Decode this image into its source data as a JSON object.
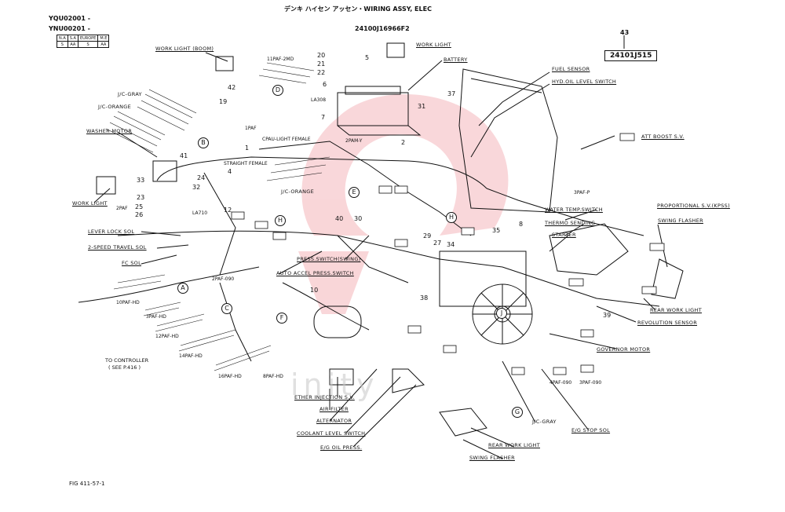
{
  "header": {
    "serial_1": "YQU02001 -",
    "serial_2": "YNU00201 -",
    "title": "デンキ ハイセン アッセン・WIRING ASSY, ELEC",
    "part_no": "24100J16966F2",
    "ref_number": "43",
    "ref_part": "24101J515",
    "table_headers": [
      "N.A",
      "S.A",
      "EUROPE",
      "M.E"
    ],
    "table_values": [
      "S",
      "AA",
      "S",
      "AA"
    ]
  },
  "footer": {
    "fig": "FIG 411-57-1",
    "to_controller": "TO CONTROLLER",
    "see_page": "( SEE P.416 )"
  },
  "watermark": "inity",
  "letters": [
    "A",
    "B",
    "C",
    "D",
    "E",
    "F",
    "G",
    "H",
    "H",
    "J"
  ],
  "callouts": {
    "work_light_boom": "WORK LIGHT (BOOM)",
    "work_light_top": "WORK LIGHT",
    "battery": "BATTERY",
    "fuel_sensor": "FUEL SENSOR",
    "hyd_oil": "HYD.OIL LEVEL SWITCH",
    "att_boost": "ATT BOOST S.V.",
    "jc_gray": "J/C-GRAY",
    "jc_orange": "J/C-ORANGE",
    "washer_motor": "WASHER MOTOR",
    "work_light_left": "WORK LIGHT",
    "lever_lock": "LEVER LOCK SOL",
    "two_speed": "2-SPEED TRAVEL SOL",
    "fc_sol": "FC SOL",
    "auto_accel": "AUTO ACCEL PRESS.SWITCH",
    "press_switch": "PRESS.SWITCH(SWING)",
    "water_temp": "WATER TEMP.SWITCH",
    "thermo": "THERMO SENDING",
    "starter": "STARTER",
    "proportional": "PROPORTIONAL S.V.(KPSS)",
    "swing_flasher_r": "SWING FLASHER",
    "rear_work_light_r": "REAR WORK LIGHT",
    "revolution": "REVOLUTION SENSOR",
    "governor": "GOVERNOR MOTOR",
    "eg_stop": "E/G STOP SOL",
    "jc_gray_low": "J/C-GRAY",
    "rear_work_light_b": "REAR WORK LIGHT",
    "swing_flasher_b": "SWING FLASHER",
    "ether": "ETHER INJECTION S.V.",
    "air_filter": "AIR FILTER",
    "alternator": "ALTERNATOR",
    "coolant": "COOLANT LEVEL SWITCH",
    "eg_oil": "E/G OIL PRESS.",
    "jc_orange_mid": "J/C-ORANGE"
  },
  "connectors": {
    "c1": "11PAF-2MD",
    "c2": "10PAF-HD",
    "c3": "3PAF-HD",
    "c4": "12PAF-HD",
    "c5": "14PAF-HD",
    "c6": "16PAF-HD",
    "c7": "8PAF-HD",
    "c8": "2PAF-090",
    "c9": "3PAF-P",
    "c10": "4PAF-090",
    "c11": "3PAF-090",
    "c12": "2PAF",
    "c13": "1PAF",
    "c14": "2PAM-Y",
    "c15": "CPAU-LIGHT FEMALE",
    "c16": "STRAIGHT FEMALE",
    "c17": "LA308",
    "c18": "LA710"
  },
  "numbers": [
    "1",
    "2",
    "4",
    "5",
    "6",
    "7",
    "8",
    "10",
    "12",
    "19",
    "20",
    "21",
    "22",
    "23",
    "24",
    "25",
    "26",
    "27",
    "29",
    "30",
    "31",
    "32",
    "33",
    "34",
    "35",
    "37",
    "38",
    "39",
    "40",
    "41",
    "42"
  ]
}
